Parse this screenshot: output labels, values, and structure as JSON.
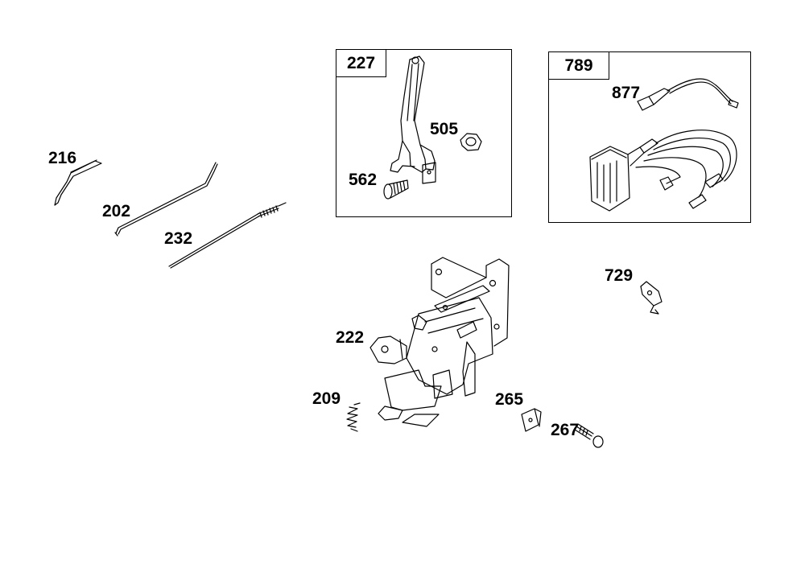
{
  "callouts": {
    "p216": "216",
    "p202": "202",
    "p232": "232",
    "p227": "227",
    "p505": "505",
    "p562": "562",
    "p789": "789",
    "p877": "877",
    "p729": "729",
    "p222": "222",
    "p209": "209",
    "p265": "265",
    "p267": "267"
  },
  "colors": {
    "line": "#000000",
    "background": "#ffffff"
  }
}
